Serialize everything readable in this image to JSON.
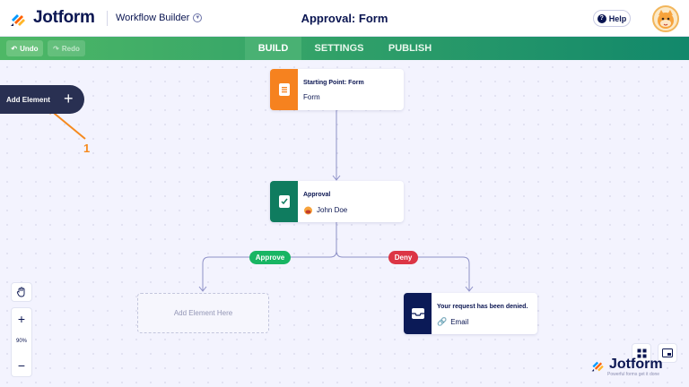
{
  "header": {
    "brand": "Jotform",
    "workflow_label": "Workflow Builder",
    "page_title": "Approval: Form",
    "help_label": "Help"
  },
  "toolbar": {
    "undo_label": "Undo",
    "redo_label": "Redo"
  },
  "tabs": [
    {
      "label": "BUILD",
      "active": true
    },
    {
      "label": "SETTINGS",
      "active": false
    },
    {
      "label": "PUBLISH",
      "active": false
    }
  ],
  "sidebar": {
    "add_element_label": "Add Element",
    "annotation_number": "1"
  },
  "flow": {
    "start": {
      "title": "Starting Point: Form",
      "subtitle": "Form",
      "color": "#f6821f"
    },
    "approval": {
      "title": "Approval",
      "assignee": "John Doe",
      "color": "#0f7c5f"
    },
    "branches": {
      "approve_label": "Approve",
      "approve_color": "#18b563",
      "deny_label": "Deny",
      "deny_color": "#dc3545"
    },
    "empty_slot_label": "Add Element Here",
    "denied": {
      "title": "Your request has been denied.",
      "subtitle": "Email",
      "color": "#0b1a57"
    }
  },
  "zoom": {
    "level": "90%"
  },
  "watermark": {
    "brand": "Jotform",
    "tagline": "Powerful forms get it done"
  },
  "icons": [
    "jotform-logo-icon",
    "chevron-down-icon",
    "help-icon",
    "avatar-icon",
    "undo-icon",
    "redo-icon",
    "plus-icon",
    "arrow-annotation",
    "form-icon",
    "approval-icon",
    "email-inbox-icon",
    "link-icon",
    "hand-icon",
    "zoom-in-icon",
    "zoom-out-icon",
    "grid-icon",
    "minimap-icon"
  ]
}
